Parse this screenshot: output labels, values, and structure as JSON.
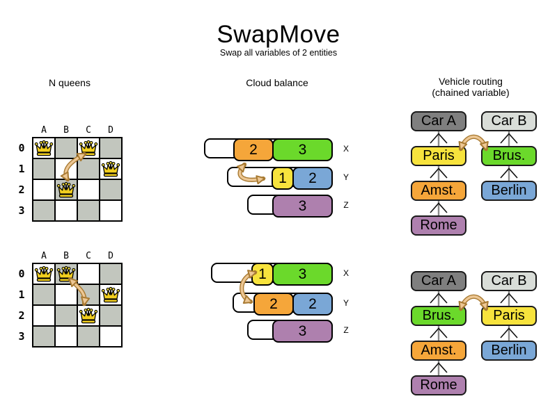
{
  "title": "SwapMove",
  "subtitle": "Swap all variables of 2 entities",
  "colors": {
    "orange": "#f5a63a",
    "green": "#6bd92b",
    "yellow": "#f7e33d",
    "blue": "#7aa7d6",
    "purple": "#ae80ae",
    "car_a_gray": "#7f7f7f",
    "car_b_gray": "#d9ddd8",
    "board_dark": "#c2c6be",
    "arrow_fill": "#edc794",
    "arrow_outline": "#a87a32"
  },
  "nqueens": {
    "label": "N queens",
    "columns": [
      "A",
      "B",
      "C",
      "D"
    ],
    "rows": [
      "0",
      "1",
      "2",
      "3"
    ],
    "boards": [
      {
        "queens": [
          {
            "col": "A",
            "row": "0"
          },
          {
            "col": "C",
            "row": "0"
          },
          {
            "col": "D",
            "row": "1"
          },
          {
            "col": "B",
            "row": "2"
          }
        ],
        "swap": [
          "C0",
          "B2"
        ]
      },
      {
        "queens": [
          {
            "col": "A",
            "row": "0"
          },
          {
            "col": "B",
            "row": "0"
          },
          {
            "col": "D",
            "row": "1"
          },
          {
            "col": "C",
            "row": "2"
          }
        ],
        "swap": [
          "B0",
          "C2"
        ]
      }
    ]
  },
  "cloud": {
    "label": "Cloud balance",
    "states": [
      {
        "rows": [
          {
            "label": "X",
            "free": 40,
            "blocks": [
              {
                "value": 2,
                "color": "orange"
              },
              {
                "value": 3,
                "color": "green"
              }
            ]
          },
          {
            "label": "Y",
            "free": 62,
            "blocks": [
              {
                "value": 1,
                "color": "yellow"
              },
              {
                "value": 2,
                "color": "blue"
              }
            ]
          },
          {
            "label": "Z",
            "free": 36,
            "blocks": [
              {
                "value": 3,
                "color": "purple"
              }
            ]
          }
        ],
        "swap": [
          "2@X",
          "1@Y"
        ]
      },
      {
        "rows": [
          {
            "label": "X",
            "free": 56,
            "blocks": [
              {
                "value": 1,
                "color": "yellow"
              },
              {
                "value": 3,
                "color": "green"
              }
            ]
          },
          {
            "label": "Y",
            "free": 28,
            "blocks": [
              {
                "value": 2,
                "color": "orange"
              },
              {
                "value": 2,
                "color": "blue"
              }
            ]
          },
          {
            "label": "Z",
            "free": 36,
            "blocks": [
              {
                "value": 3,
                "color": "purple"
              }
            ]
          }
        ],
        "swap": [
          "1@X",
          "2@Y"
        ]
      }
    ]
  },
  "vehicle": {
    "label": "Vehicle routing",
    "sublabel": "(chained variable)",
    "node_colors": {
      "Car A": "car_a_gray",
      "Car B": "car_b_gray",
      "Paris": "yellow",
      "Brus.": "green",
      "Amst.": "orange",
      "Berlin": "blue",
      "Rome": "purple"
    },
    "states": [
      {
        "chains": [
          [
            "Car A",
            "Paris",
            "Amst.",
            "Rome"
          ],
          [
            "Car B",
            "Brus.",
            "Berlin"
          ]
        ],
        "swap": [
          "Paris",
          "Brus."
        ]
      },
      {
        "chains": [
          [
            "Car A",
            "Brus.",
            "Amst.",
            "Rome"
          ],
          [
            "Car B",
            "Paris",
            "Berlin"
          ]
        ],
        "swap": [
          "Brus.",
          "Paris"
        ]
      }
    ]
  }
}
